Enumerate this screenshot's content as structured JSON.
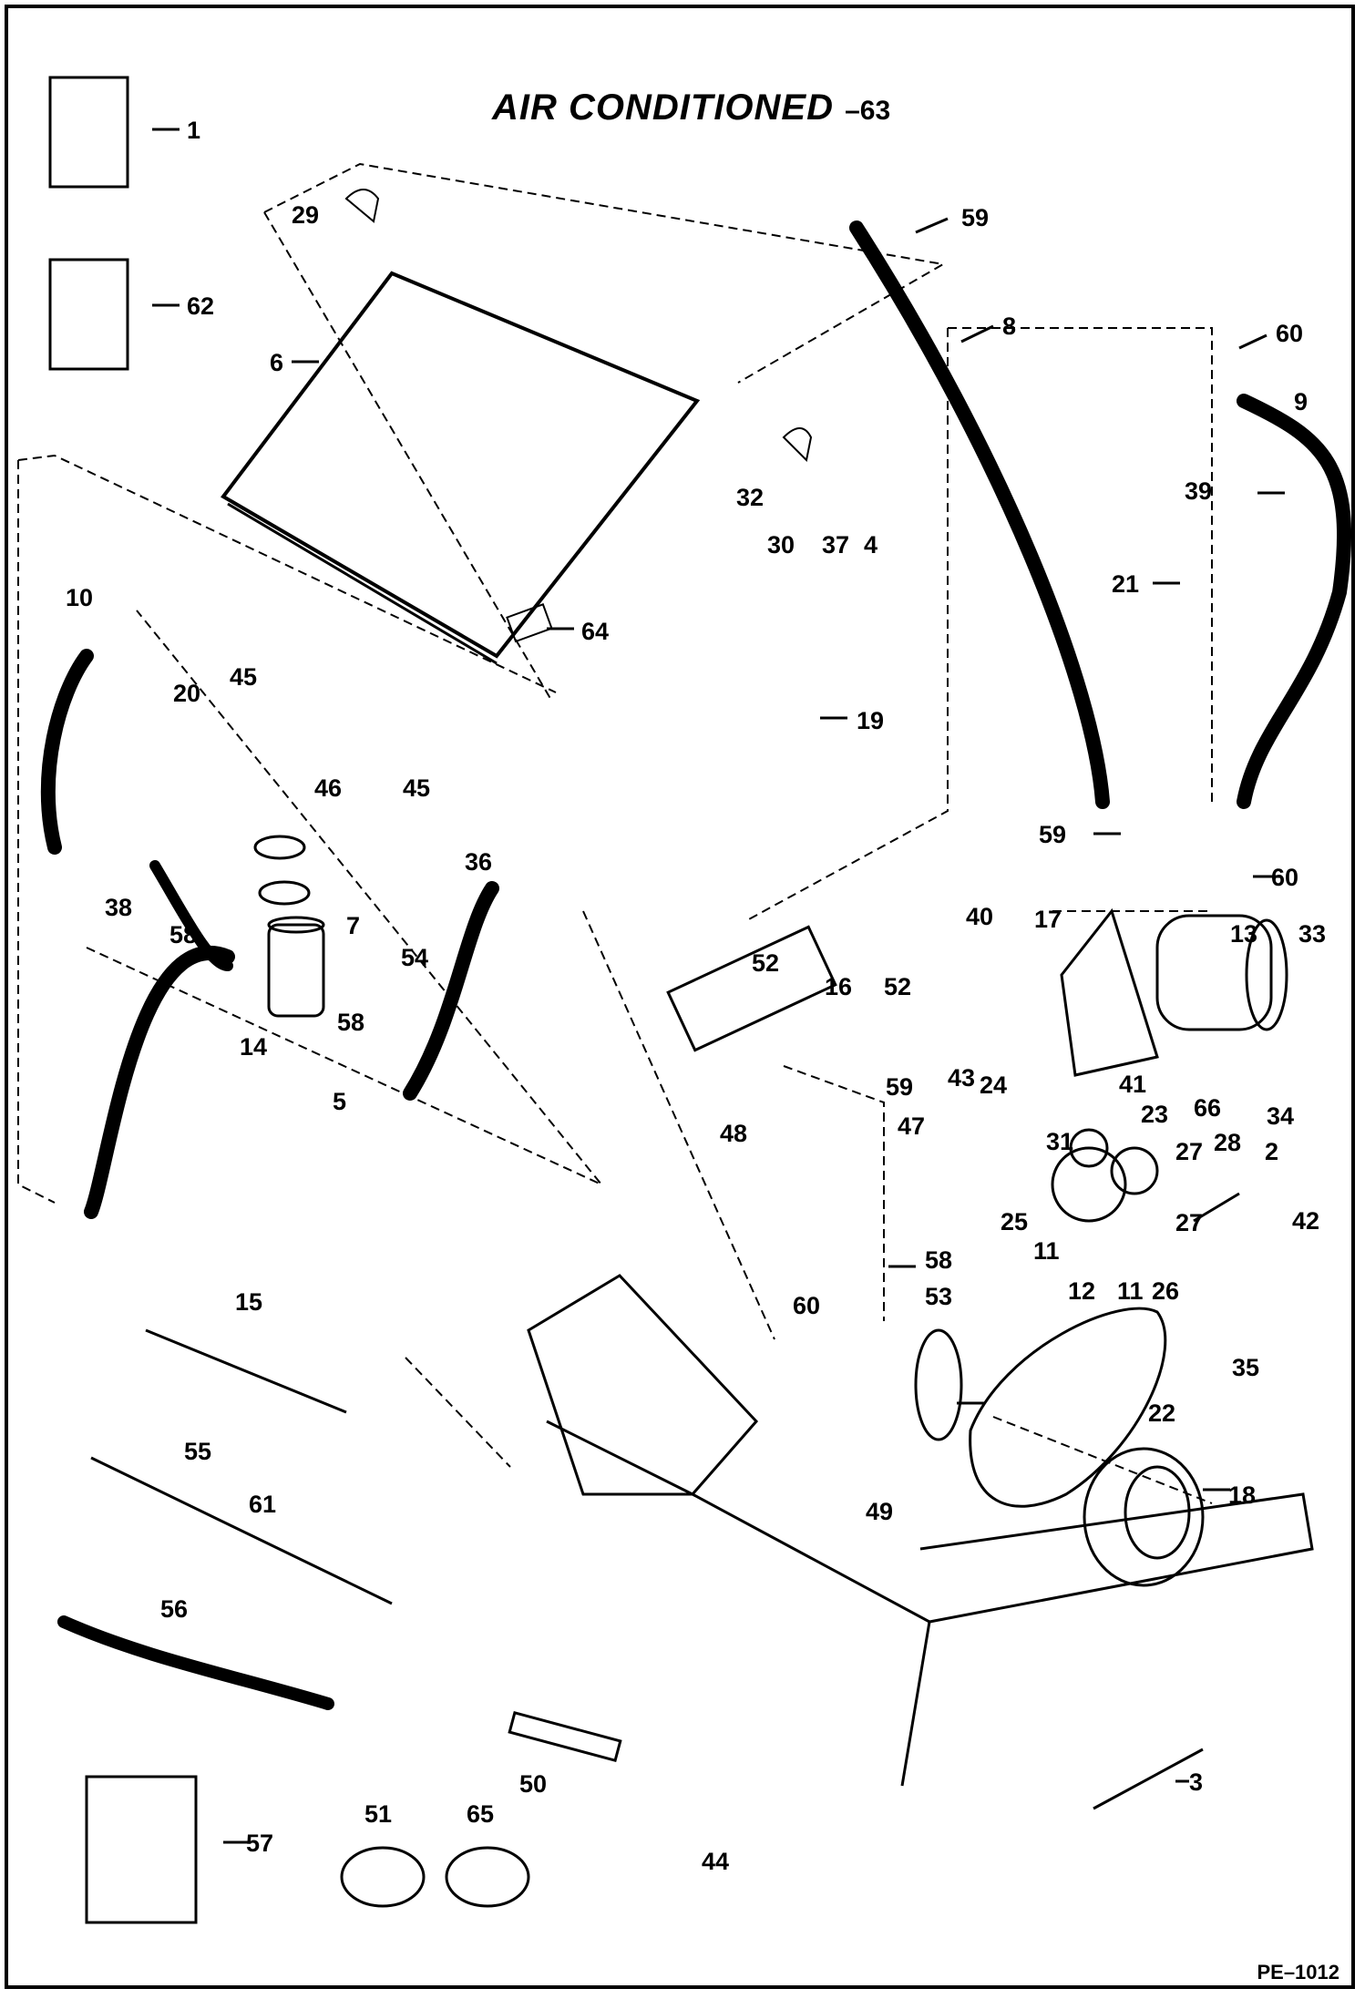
{
  "title": {
    "text": "AIR CONDITIONED",
    "ref": "–63"
  },
  "sheet_code": "PE–1012",
  "callouts": [
    "1",
    "62",
    "29",
    "59",
    "6",
    "8",
    "60",
    "9",
    "32",
    "30",
    "37",
    "4",
    "39",
    "21",
    "10",
    "20",
    "45",
    "64",
    "19",
    "46",
    "45",
    "36",
    "59",
    "60",
    "38",
    "58",
    "7",
    "54",
    "40",
    "17",
    "13",
    "33",
    "52",
    "16",
    "52",
    "14",
    "58",
    "5",
    "66",
    "34",
    "41",
    "43",
    "24",
    "59",
    "31",
    "23",
    "48",
    "47",
    "27",
    "28",
    "2",
    "25",
    "27",
    "42",
    "11",
    "12",
    "11",
    "26",
    "58",
    "60",
    "53",
    "35",
    "15",
    "22",
    "55",
    "18",
    "61",
    "49",
    "56",
    "50",
    "3",
    "51",
    "65",
    "57",
    "44"
  ]
}
